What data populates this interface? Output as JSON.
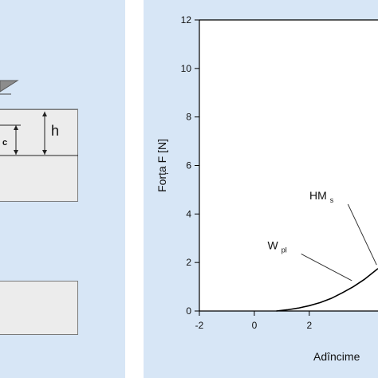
{
  "left_panel": {
    "label_h": "h",
    "label_c": "c"
  },
  "chart_data": {
    "type": "line",
    "title": "",
    "xlabel": "Adîncime",
    "ylabel": "Forța F [N]",
    "xlim": [
      -2,
      4.5
    ],
    "ylim": [
      0,
      12
    ],
    "x_ticks": [
      -2,
      0,
      2
    ],
    "y_ticks": [
      0,
      2,
      4,
      6,
      8,
      10,
      12
    ],
    "grid": false,
    "series": [
      {
        "x": [
          0.8,
          1.2,
          1.6,
          2.0,
          2.4,
          2.8,
          3.2,
          3.6,
          4.0,
          4.5
        ],
        "y": [
          0,
          0.05,
          0.12,
          0.22,
          0.35,
          0.52,
          0.75,
          1.0,
          1.3,
          1.75
        ]
      }
    ],
    "annotations": [
      {
        "main": "HM",
        "sub": "s",
        "x": 3.0,
        "y": 4.6,
        "tx": 4.45,
        "ty": 1.9
      },
      {
        "main": "W",
        "sub": "pl",
        "x": 1.3,
        "y": 2.55,
        "tx": 3.55,
        "ty": 1.25
      }
    ]
  }
}
